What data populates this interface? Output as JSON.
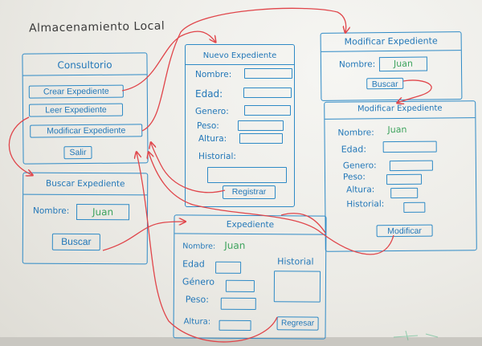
{
  "diagram": {
    "title": "Almacenamiento Local",
    "colors": {
      "ink_blue": "#2e8ac6",
      "ink_red": "#e0454a",
      "ink_green": "#3da35d",
      "ink_dark": "#3a3a3a"
    }
  },
  "consultorio": {
    "title": "Consultorio",
    "buttons": [
      "Crear Expediente",
      "Leer Expediente",
      "Modificar Expediente",
      "Salir"
    ]
  },
  "nuevo": {
    "title": "Nuevo Expediente",
    "fields": [
      "Nombre:",
      "Edad:",
      "Genero:",
      "Peso:",
      "Altura:"
    ],
    "historial_label": "Historial:",
    "submit": "Registrar"
  },
  "modificar_buscar": {
    "title": "Modificar Expediente",
    "nombre_label": "Nombre:",
    "nombre_value": "Juan",
    "button": "Buscar"
  },
  "modificar_form": {
    "title": "Modificar Expediente",
    "nombre_label": "Nombre:",
    "nombre_value": "Juan",
    "fields": [
      "Edad:",
      "Genero:",
      "Peso:",
      "Altura:",
      "Historial:"
    ],
    "button": "Modificar"
  },
  "buscar": {
    "title": "Buscar Expediente",
    "nombre_label": "Nombre:",
    "nombre_value": "Juan",
    "button": "Buscar"
  },
  "expediente": {
    "title": "Expediente",
    "nombre_label": "Nombre:",
    "nombre_value": "Juan",
    "fields": [
      "Edad",
      "Género",
      "Peso:",
      "Altura:"
    ],
    "historial_label": "Historial",
    "button": "Regresar"
  }
}
